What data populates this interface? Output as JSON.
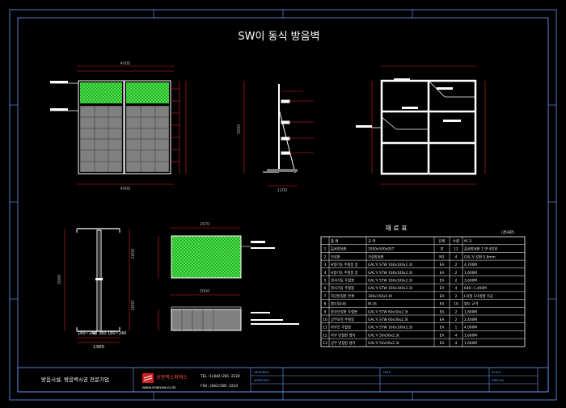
{
  "drawing": {
    "title": "SW이 동식 방음벽",
    "dims": {
      "front_width": "4000",
      "side_height": "3000",
      "side_base": "1200",
      "post_top": "2800",
      "post_height": "3000",
      "post_base_width": "1300",
      "post_bottom_left": "180~240",
      "post_bottom_mid": "50",
      "post_bottom_center": "380",
      "post_bottom_right": "180~240",
      "panel_width": "1970",
      "panel_top_width": "2000"
    }
  },
  "material_table": {
    "title": "재 료 표",
    "unit_note": "(경사판)",
    "headers": [
      "",
      "품 명",
      "규 격",
      "단위",
      "수량",
      "비 고"
    ],
    "rows": [
      [
        "1",
        "흡음방음판",
        "1950x500x95T",
        "장",
        "12",
        "흡음방음판 1 면 4방위"
      ],
      [
        "2",
        "보강판",
        "가실방음판",
        "M2",
        "4",
        "GAL'V 강판 0.8mm"
      ],
      [
        "3",
        "H형기둥 주철봉 골",
        "GAL'V STW 160x100x2.3t",
        "EA",
        "2",
        "4,700M"
      ],
      [
        "4",
        "H형기둥 주철봉 골",
        "GAL'V STW 160x100x2.3t",
        "EA",
        "2",
        "1,600M"
      ],
      [
        "5",
        "경사기둥 주철봉",
        "GAL'V STW 160x100x2.3t",
        "EA",
        "2",
        "3,600M"
      ],
      [
        "6",
        "경사기둥 주철봉",
        "GAL'V STW 160x100x2.3t",
        "EA",
        "4",
        "640~1,400M"
      ],
      [
        "7",
        "하단받침판 본체",
        "300x150x5.0t",
        "EA",
        "2",
        "L자형 1/1방향 가공"
      ],
      [
        "8",
        "볼트및너트",
        "M-16",
        "EA",
        "10",
        "볼트 규격"
      ],
      [
        "9",
        "중간보강판 주철봉",
        "GAL'V STW 60x30x2.3t",
        "EA",
        "2",
        "1,600M"
      ],
      [
        "10",
        "상부보강 주철봉",
        "GAL'V STW 60x30x2.3t",
        "EA",
        "2",
        "2,400M"
      ],
      [
        "11",
        "하부보 주철봉",
        "GAL'V STW 160x100x2.3t",
        "EA",
        "1",
        "4,000M"
      ],
      [
        "12",
        "하부 받침판 앵커",
        "GAL'V 50x50x2.3t",
        "EA",
        "4",
        "1,600M"
      ],
      [
        "13",
        "상부 받침판 앵커",
        "GAL'V 50x50x2.3t",
        "EA",
        "4",
        "1,600M"
      ]
    ]
  },
  "title_block": {
    "slogan": "방음시설, 방음벽시공 전문기업",
    "company": "상현엑스퍼텍스",
    "web": "www.sswnew.co.kr",
    "tel": "TEL:1(042)281-2224",
    "fax": "FAX:(042)585-2224",
    "labels": {
      "design": "DESIGNED",
      "check": "APPROVED",
      "date": "DATE",
      "scale": "SCALE",
      "no": "DWG No"
    }
  },
  "colors": {
    "frame": "#ffffff",
    "panel_green": "#33cc33",
    "panel_grey": "#7a7a7a",
    "dim_red": "#e02020",
    "title_blue": "#3366ff",
    "text": "#ffffff"
  }
}
